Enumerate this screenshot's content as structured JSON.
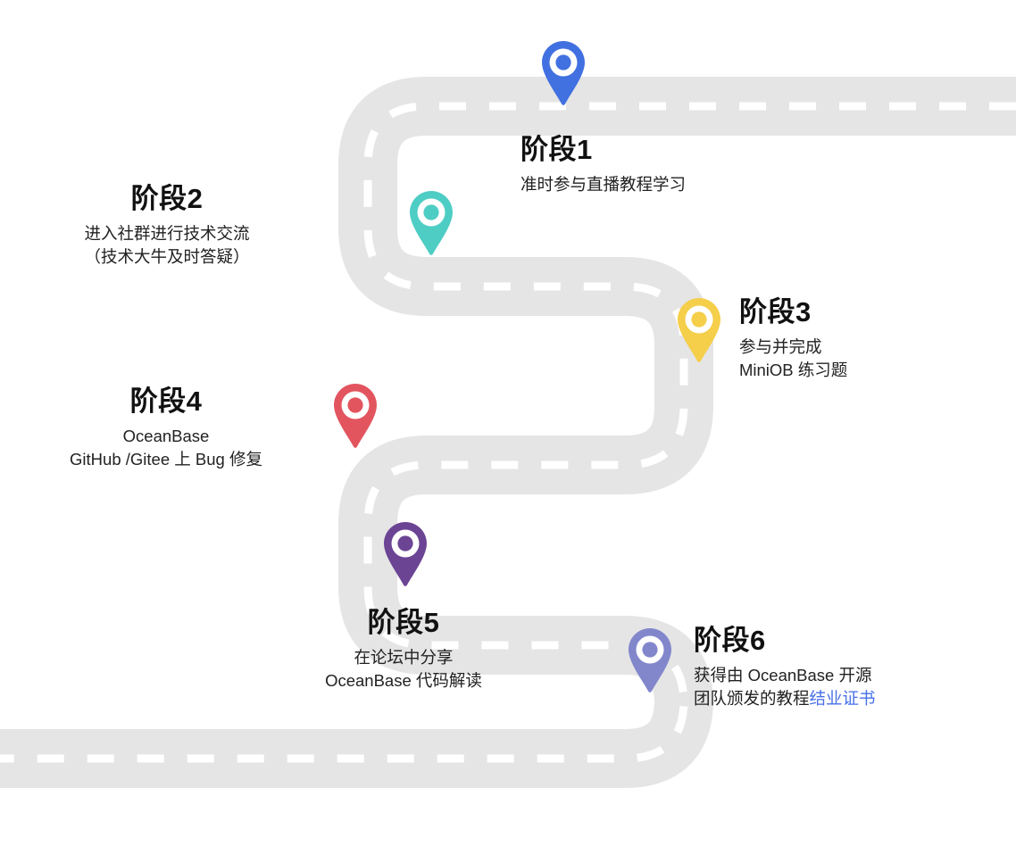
{
  "diagram": {
    "type": "roadmap-journey",
    "road_color": "#e5e5e5",
    "road_dash_color": "#ffffff",
    "background": "#ffffff",
    "link_color": "#4770e8"
  },
  "stages": [
    {
      "id": "stage-1",
      "title": "阶段1",
      "desc_lines": [
        "准时参与直播教程学习"
      ],
      "pin_color": "#4171e0",
      "pin_name": "map-pin-stage-1",
      "align": "left"
    },
    {
      "id": "stage-2",
      "title": "阶段2",
      "desc_lines": [
        "进入社群进行技术交流",
        "（技术大牛及时答疑）"
      ],
      "pin_color": "#4ecdc4",
      "pin_name": "map-pin-stage-2",
      "align": "center"
    },
    {
      "id": "stage-3",
      "title": "阶段3",
      "desc_lines": [
        "参与并完成",
        "MiniOB 练习题"
      ],
      "pin_color": "#f5ce4a",
      "pin_name": "map-pin-stage-3",
      "align": "left"
    },
    {
      "id": "stage-4",
      "title": "阶段4",
      "desc_lines": [
        "OceanBase",
        "GitHub /Gitee 上 Bug 修复"
      ],
      "pin_color": "#e2555f",
      "pin_name": "map-pin-stage-4",
      "align": "center"
    },
    {
      "id": "stage-5",
      "title": "阶段5",
      "desc_lines": [
        "在论坛中分享",
        "OceanBase 代码解读"
      ],
      "pin_color": "#6b4494",
      "pin_name": "map-pin-stage-5",
      "align": "center"
    },
    {
      "id": "stage-6",
      "title": "阶段6",
      "desc_line_1": "获得由 OceanBase 开源",
      "desc_line_2_plain": "团队颁发的教程",
      "desc_line_2_link": "结业证书",
      "pin_color": "#8287cc",
      "pin_name": "map-pin-stage-6",
      "align": "left"
    }
  ]
}
